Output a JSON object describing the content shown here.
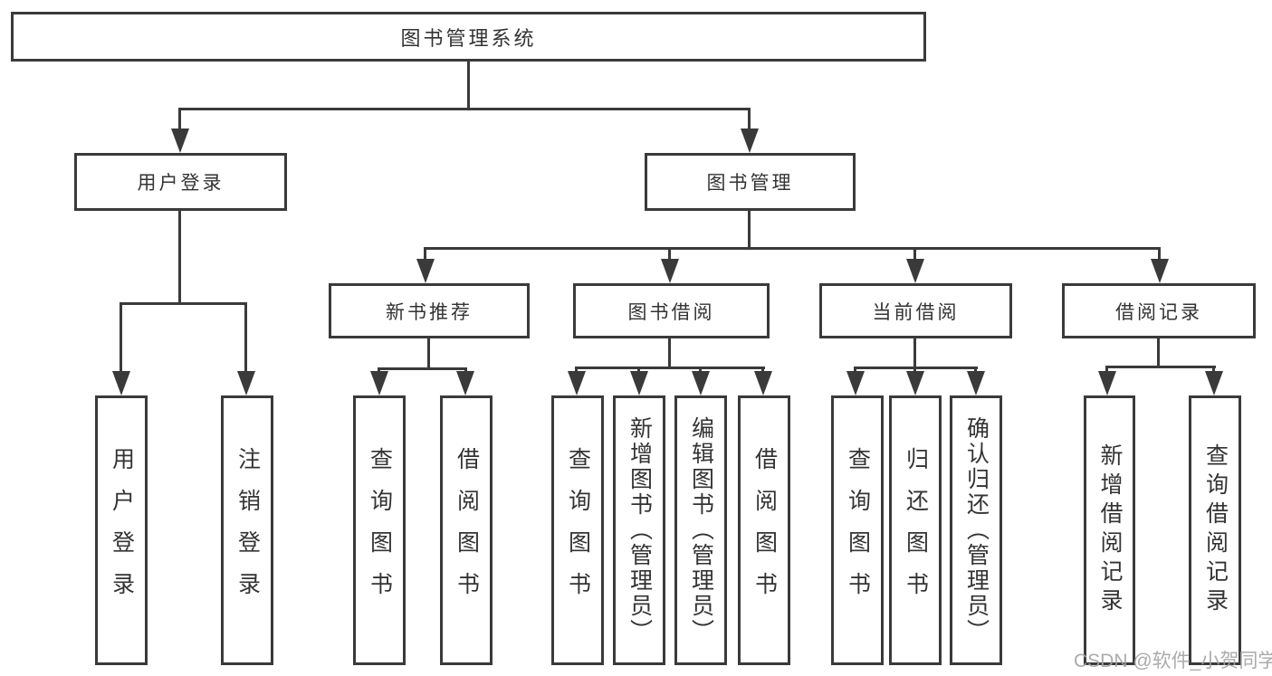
{
  "diagram_title": "图书管理系统",
  "tree": {
    "label": "图书管理系统",
    "children": [
      {
        "label": "用户登录",
        "children": [
          {
            "label": "用户登录"
          },
          {
            "label": "注销登录"
          }
        ]
      },
      {
        "label": "图书管理",
        "children": [
          {
            "label": "新书推荐",
            "children": [
              {
                "label": "查询图书"
              },
              {
                "label": "借阅图书"
              }
            ]
          },
          {
            "label": "图书借阅",
            "children": [
              {
                "label": "查询图书"
              },
              {
                "label": "新增图书（管理员）"
              },
              {
                "label": "编辑图书（管理员）"
              },
              {
                "label": "借阅图书"
              }
            ]
          },
          {
            "label": "当前借阅",
            "children": [
              {
                "label": "查询图书"
              },
              {
                "label": "归还图书"
              },
              {
                "label": "确认归还（管理员）"
              }
            ]
          },
          {
            "label": "借阅记录",
            "children": [
              {
                "label": "新增借阅记录"
              },
              {
                "label": "查询借阅记录"
              }
            ]
          }
        ]
      }
    ]
  },
  "watermark": {
    "text": "CSDN @软件_小贺同学"
  },
  "colors": {
    "line": "#3a3a3a",
    "text": "#333333",
    "background": "#ffffff",
    "watermark": "#a3a3a3"
  }
}
